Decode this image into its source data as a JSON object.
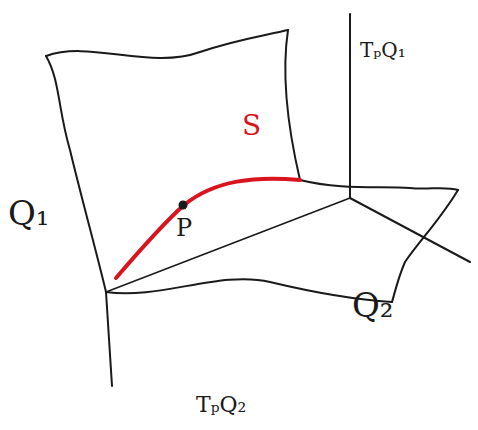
{
  "diagram": {
    "labels": [
      "Q₁",
      "TₚQ₁",
      "S",
      "P",
      "Q₂",
      "TₚQ₂"
    ]
  }
}
